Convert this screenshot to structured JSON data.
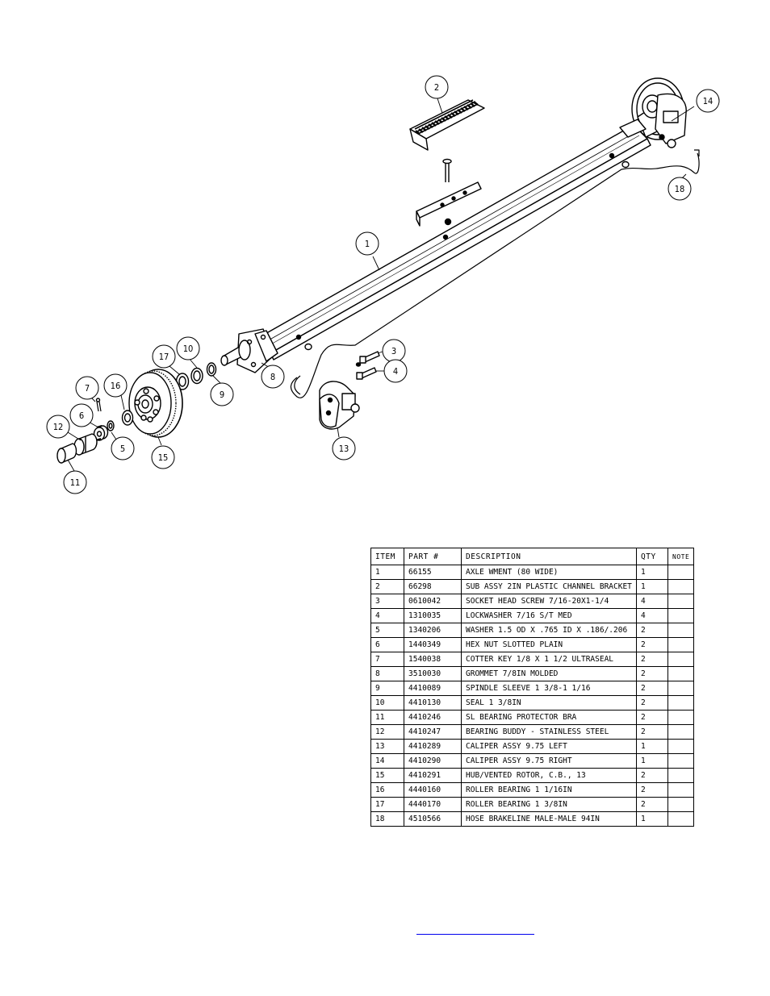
{
  "callouts": [
    "1",
    "2",
    "3",
    "4",
    "5",
    "6",
    "7",
    "8",
    "9",
    "10",
    "11",
    "12",
    "13",
    "14",
    "15",
    "16",
    "17",
    "18"
  ],
  "table": {
    "headers": [
      "ITEM",
      "PART #",
      "DESCRIPTION",
      "QTY",
      "NOTE"
    ],
    "rows": [
      [
        "1",
        "66155",
        "AXLE WMENT (80 WIDE)",
        "1",
        ""
      ],
      [
        "2",
        "66298",
        "SUB ASSY 2IN PLASTIC CHANNEL BRACKET",
        "1",
        ""
      ],
      [
        "3",
        "0610042",
        "SOCKET HEAD SCREW 7/16-20X1-1/4",
        "4",
        ""
      ],
      [
        "4",
        "1310035",
        "LOCKWASHER 7/16 S/T MED",
        "4",
        ""
      ],
      [
        "5",
        "1340206",
        "WASHER 1.5 OD X .765 ID X .186/.206",
        "2",
        ""
      ],
      [
        "6",
        "1440349",
        "HEX NUT SLOTTED PLAIN",
        "2",
        ""
      ],
      [
        "7",
        "1540038",
        "COTTER KEY 1/8 X 1 1/2 ULTRASEAL",
        "2",
        ""
      ],
      [
        "8",
        "3510030",
        "GROMMET  7/8IN MOLDED",
        "2",
        ""
      ],
      [
        "9",
        "4410089",
        "SPINDLE SLEEVE  1 3/8-1 1/16",
        "2",
        ""
      ],
      [
        "10",
        "4410130",
        "SEAL  1 3/8IN",
        "2",
        ""
      ],
      [
        "11",
        "4410246",
        "SL BEARING PROTECTOR BRA",
        "2",
        ""
      ],
      [
        "12",
        "4410247",
        "BEARING BUDDY - STAINLESS STEEL",
        "2",
        ""
      ],
      [
        "13",
        "4410289",
        "CALIPER ASSY 9.75 LEFT",
        "1",
        ""
      ],
      [
        "14",
        "4410290",
        "CALIPER ASSY 9.75 RIGHT",
        "1",
        ""
      ],
      [
        "15",
        "4410291",
        "HUB/VENTED ROTOR, C.B.,  13",
        "2",
        ""
      ],
      [
        "16",
        "4440160",
        "ROLLER BEARING   1 1/16IN",
        "2",
        ""
      ],
      [
        "17",
        "4440170",
        "ROLLER BEARING   1 3/8IN",
        "2",
        ""
      ],
      [
        "18",
        "4510566",
        "HOSE BRAKELINE MALE-MALE 94IN",
        "1",
        ""
      ]
    ]
  }
}
